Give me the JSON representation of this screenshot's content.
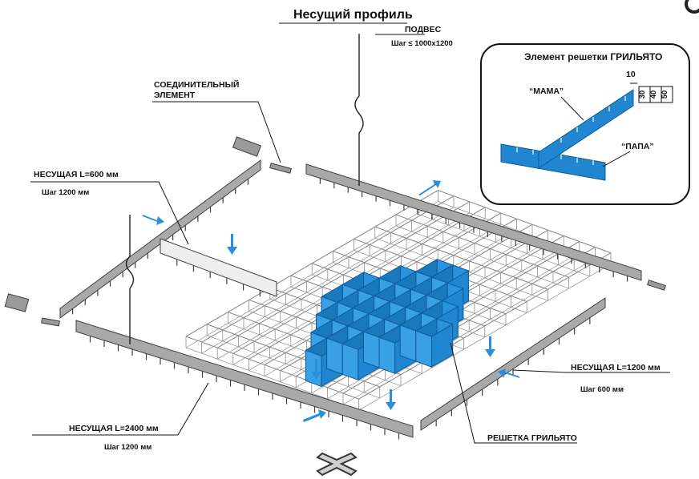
{
  "diagram": {
    "title": "Несущий профиль",
    "labels": {
      "hanger": "ПОДВЕС",
      "hanger_step": "Шаг ≤ 1000х1200",
      "connector_line1": "СОЕДИНИТЕЛЬНЫЙ",
      "connector_line2": "ЭЛЕМЕНТ",
      "carrier_600": "НЕСУЩАЯ L=600 мм",
      "carrier_600_step": "Шаг 1200 мм",
      "carrier_1200": "НЕСУЩАЯ L=1200 мм",
      "carrier_1200_step": "Шаг 600 мм",
      "carrier_2400": "НЕСУЩАЯ L=2400 мм",
      "carrier_2400_step": "Шаг 1200 мм",
      "grilyato_grid": "РЕШЕТКА ГРИЛЬЯТО"
    },
    "inset": {
      "title": "Элемент решетки ГРИЛЬЯТО",
      "female": "“МАМА”",
      "male": "“ПАПА”",
      "width": "10",
      "heights": [
        "30",
        "40",
        "50"
      ]
    },
    "colors": {
      "profile": "#a9a9a9",
      "profile_dark": "#3f3f3f",
      "grid_line": "#8e8e8e",
      "blue_grid": "#1f86cf",
      "blue_grid_dark": "#0d5c99",
      "arrow": "#2a8fd8",
      "leader": "#111111"
    },
    "icons": [
      "arrow-icon",
      "hanger-hook-icon",
      "close-icon",
      "cross-brace-icon"
    ]
  }
}
